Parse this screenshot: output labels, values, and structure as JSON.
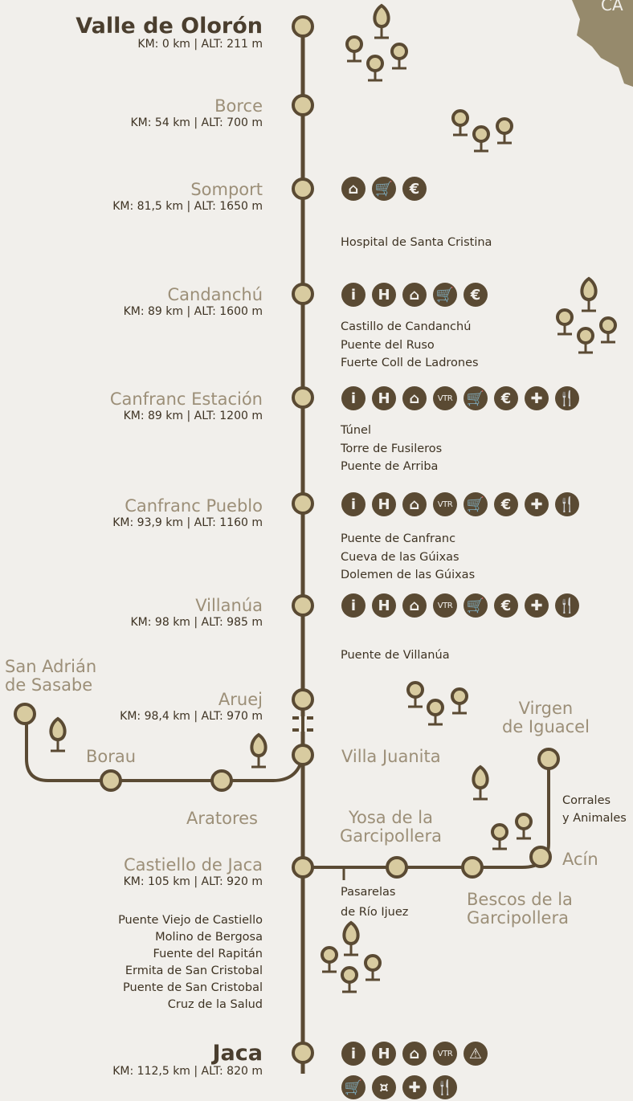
{
  "colors": {
    "line": "#5a4a33",
    "node": "#d8cba0",
    "tree": "#d8cba0",
    "muted": "#9c8f78",
    "dark": "#3e3323",
    "bg": "#f1efeb",
    "tan": "#968a6c"
  },
  "corner_text": "CA",
  "stops": [
    {
      "name": "Valle de Olorón",
      "meta": "KM: 0 km | ALT: 211 m"
    },
    {
      "name": "Borce",
      "meta": "KM: 54 km | ALT: 700 m"
    },
    {
      "name": "Somport",
      "meta": "KM: 81,5 km | ALT: 1650 m"
    },
    {
      "name": "Candanchú",
      "meta": "KM: 89 km | ALT: 1600 m"
    },
    {
      "name": "Canfranc Estación",
      "meta": "KM: 89 km | ALT: 1200 m"
    },
    {
      "name": "Canfranc Pueblo",
      "meta": "KM: 93,9 km | ALT: 1160 m"
    },
    {
      "name": "Villanúa",
      "meta": "KM: 98 km | ALT: 985 m"
    },
    {
      "name": "Aruej",
      "meta": "KM: 98,4 km | ALT: 970 m"
    },
    {
      "name": "Castiello de Jaca",
      "meta": "KM: 105 km | ALT: 920 m"
    },
    {
      "name": "Jaca",
      "meta": "KM: 112,5 km | ALT: 820 m"
    }
  ],
  "pois": {
    "somport": "Hospital de Santa Cristina",
    "candanchu": [
      "Castillo de Candanchú",
      "Puente del Ruso",
      "Fuerte Coll de Ladrones"
    ],
    "canfranc_estacion": [
      "Túnel",
      "Torre de Fusileros",
      "Puente de Arriba"
    ],
    "canfranc_pueblo": [
      "Puente de Canfranc",
      "Cueva de las Gúixas",
      "Dolemen de las Gúixas"
    ],
    "villanua": "Puente de Villanúa",
    "castiello": [
      "Puente Viejo de Castiello",
      "Molino de Bergosa",
      "Fuente del Rapitán",
      "Ermita de San Cristobal",
      "Puente de San Cristobal",
      "Cruz de la Salud"
    ]
  },
  "branch_left": {
    "san_adrian": [
      "San Adrián",
      "de Sasabe"
    ],
    "borau": "Borau",
    "aratores": "Aratores"
  },
  "branch_right": {
    "villa_juanita": "Villa Juanita",
    "virgen": [
      "Virgen",
      "de Iguacel"
    ],
    "corrales": [
      "Corrales",
      "y Animales"
    ],
    "yosa": [
      "Yosa de la",
      "Garcipollera"
    ],
    "acin": "Acín",
    "pasarelas": [
      "Pasarelas",
      "de Río Ijuez"
    ],
    "bescos": [
      "Bescos de la",
      "Garcipollera"
    ]
  },
  "icon_rows": {
    "somport": [
      {
        "icon": "house-icon",
        "glyph": "⌂"
      },
      {
        "icon": "shopping-cart-icon",
        "glyph": "🛒"
      },
      {
        "icon": "euro-icon",
        "glyph": "€"
      }
    ],
    "candanchu": [
      {
        "icon": "info-icon",
        "glyph": "i"
      },
      {
        "icon": "hospital-icon",
        "glyph": "H"
      },
      {
        "icon": "house-icon",
        "glyph": "⌂"
      },
      {
        "icon": "shopping-cart-icon",
        "glyph": "🛒"
      },
      {
        "icon": "euro-icon",
        "glyph": "€"
      }
    ],
    "canfranc_estacion": [
      {
        "icon": "info-icon",
        "glyph": "i"
      },
      {
        "icon": "hospital-icon",
        "glyph": "H"
      },
      {
        "icon": "house-icon",
        "glyph": "⌂"
      },
      {
        "icon": "vtr-icon",
        "glyph": "VTR"
      },
      {
        "icon": "shopping-cart-icon",
        "glyph": "🛒"
      },
      {
        "icon": "euro-icon",
        "glyph": "€"
      },
      {
        "icon": "first-aid-icon",
        "glyph": "✚"
      },
      {
        "icon": "restaurant-icon",
        "glyph": "🍴"
      }
    ],
    "canfranc_pueblo": [
      {
        "icon": "info-icon",
        "glyph": "i"
      },
      {
        "icon": "hospital-icon",
        "glyph": "H"
      },
      {
        "icon": "house-icon",
        "glyph": "⌂"
      },
      {
        "icon": "vtr-icon",
        "glyph": "VTR"
      },
      {
        "icon": "shopping-cart-icon",
        "glyph": "🛒"
      },
      {
        "icon": "euro-icon",
        "glyph": "€"
      },
      {
        "icon": "first-aid-icon",
        "glyph": "✚"
      },
      {
        "icon": "restaurant-icon",
        "glyph": "🍴"
      }
    ],
    "villanua": [
      {
        "icon": "info-icon",
        "glyph": "i"
      },
      {
        "icon": "hospital-icon",
        "glyph": "H"
      },
      {
        "icon": "house-icon",
        "glyph": "⌂"
      },
      {
        "icon": "vtr-icon",
        "glyph": "VTR"
      },
      {
        "icon": "shopping-cart-icon",
        "glyph": "🛒"
      },
      {
        "icon": "euro-icon",
        "glyph": "€"
      },
      {
        "icon": "first-aid-icon",
        "glyph": "✚"
      },
      {
        "icon": "restaurant-icon",
        "glyph": "🍴"
      }
    ],
    "jaca_1": [
      {
        "icon": "info-icon",
        "glyph": "i"
      },
      {
        "icon": "hospital-icon",
        "glyph": "H"
      },
      {
        "icon": "house-icon",
        "glyph": "⌂"
      },
      {
        "icon": "vtr-icon",
        "glyph": "VTR"
      },
      {
        "icon": "camping-icon",
        "glyph": "⚠"
      }
    ],
    "jaca_2": [
      {
        "icon": "shopping-cart-icon",
        "glyph": "🛒"
      },
      {
        "icon": "currency-icon",
        "glyph": "¤"
      },
      {
        "icon": "first-aid-icon",
        "glyph": "✚"
      },
      {
        "icon": "restaurant-icon",
        "glyph": "🍴"
      }
    ]
  }
}
